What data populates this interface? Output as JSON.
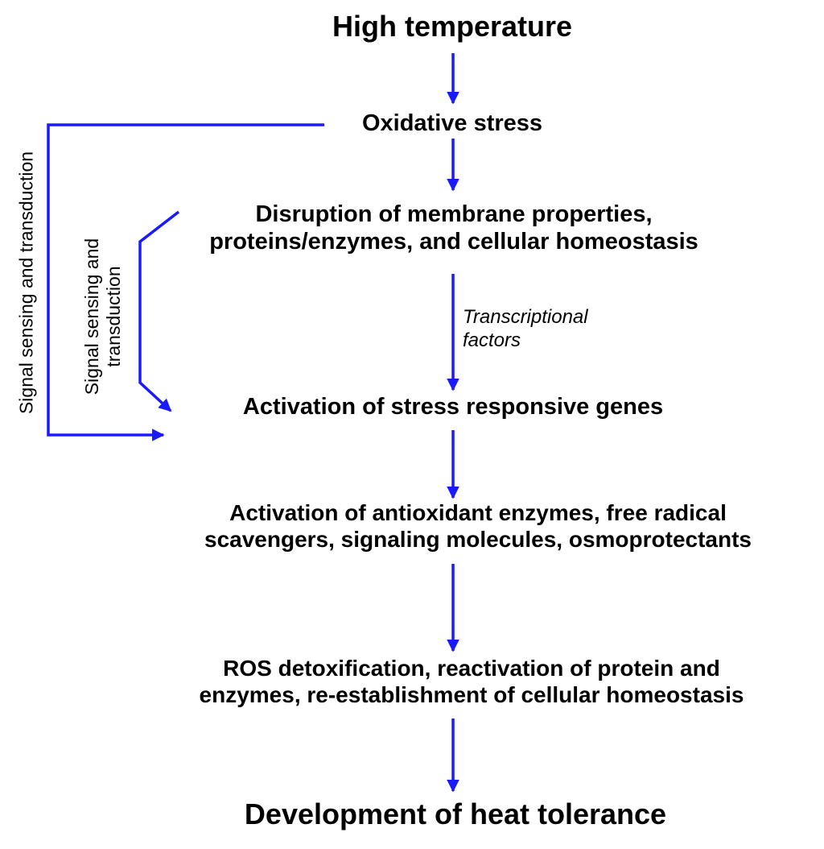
{
  "diagram": {
    "accent_color": "#1a1aff",
    "nodes": {
      "high_temperature": "High temperature",
      "oxidative_stress": "Oxidative stress",
      "disruption": {
        "line1": "Disruption of membrane properties,",
        "line2": "proteins/enzymes, and cellular homeostasis"
      },
      "activation_genes": "Activation of stress responsive genes",
      "activation_antioxidants": {
        "line1": "Activation of antioxidant enzymes, free radical",
        "line2": "scavengers, signaling molecules, osmoprotectants"
      },
      "ros_detox": {
        "line1": "ROS detoxification, reactivation of protein and",
        "line2": "enzymes, re-establishment of cellular homeostasis"
      },
      "heat_tolerance": "Development of heat tolerance"
    },
    "edge_labels": {
      "transcriptional_factors": {
        "line1": "Transcriptional",
        "line2": "factors"
      }
    },
    "side_labels": {
      "outer": "Signal sensing and transduction",
      "inner": {
        "line1": "Signal sensing and",
        "line2": "transduction"
      }
    }
  }
}
